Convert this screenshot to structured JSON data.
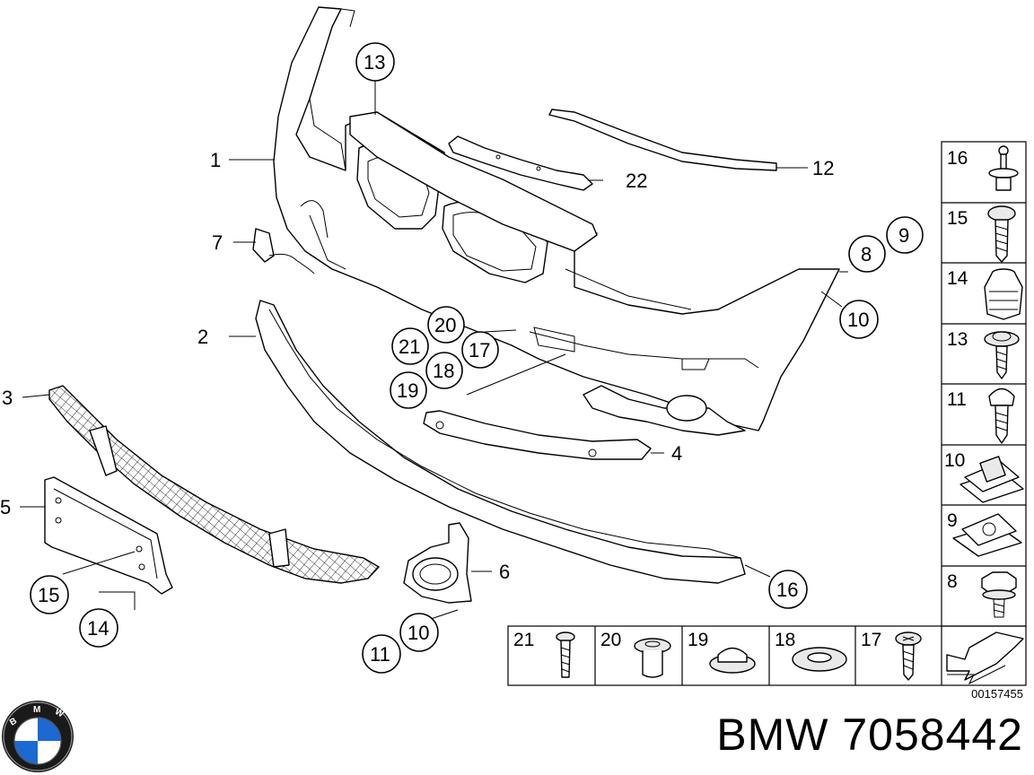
{
  "brand": {
    "logo_text": "BMW",
    "part_title": "BMW 7058442"
  },
  "diagram": {
    "ref_code": "00157455",
    "callouts": [
      {
        "id": "c1",
        "label": "1",
        "circled": false
      },
      {
        "id": "c2",
        "label": "2",
        "circled": false
      },
      {
        "id": "c3",
        "label": "3",
        "circled": false
      },
      {
        "id": "c4",
        "label": "4",
        "circled": false
      },
      {
        "id": "c5",
        "label": "5",
        "circled": false
      },
      {
        "id": "c6",
        "label": "6",
        "circled": false
      },
      {
        "id": "c7",
        "label": "7",
        "circled": false
      },
      {
        "id": "c8",
        "label": "8",
        "circled": true
      },
      {
        "id": "c9",
        "label": "9",
        "circled": true
      },
      {
        "id": "c10a",
        "label": "10",
        "circled": true
      },
      {
        "id": "c10b",
        "label": "10",
        "circled": true
      },
      {
        "id": "c11",
        "label": "11",
        "circled": true
      },
      {
        "id": "c12",
        "label": "12",
        "circled": false
      },
      {
        "id": "c13",
        "label": "13",
        "circled": true
      },
      {
        "id": "c14",
        "label": "14",
        "circled": true
      },
      {
        "id": "c15",
        "label": "15",
        "circled": true
      },
      {
        "id": "c16",
        "label": "16",
        "circled": true
      },
      {
        "id": "c17",
        "label": "17",
        "circled": true
      },
      {
        "id": "c18",
        "label": "18",
        "circled": true
      },
      {
        "id": "c19",
        "label": "19",
        "circled": true
      },
      {
        "id": "c20",
        "label": "20",
        "circled": true
      },
      {
        "id": "c21",
        "label": "21",
        "circled": true
      },
      {
        "id": "c22",
        "label": "22",
        "circled": false
      }
    ],
    "fastener_column": [
      "16",
      "15",
      "14",
      "13",
      "11",
      "10",
      "9",
      "8"
    ],
    "fastener_row": [
      "21",
      "20",
      "19",
      "18",
      "17"
    ]
  }
}
